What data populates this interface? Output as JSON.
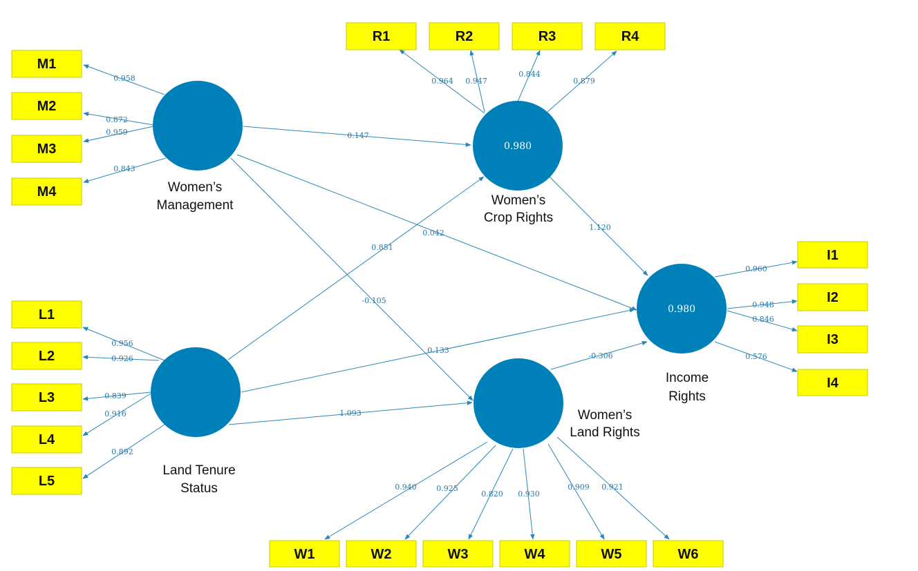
{
  "colors": {
    "indicator_fill": "#ffff00",
    "construct_fill": "#0080b9",
    "edge": "#2b86b8",
    "weight_text": "#2477a8"
  },
  "constructs": {
    "management": {
      "name_line1": "Women’s",
      "name_line2": "Management",
      "r2": ""
    },
    "crop": {
      "name_line1": "Women’s",
      "name_line2": "Crop Rights",
      "r2": "0.980"
    },
    "land_tenure": {
      "name_line1": "Land Tenure",
      "name_line2": "Status",
      "r2": ""
    },
    "land_rights": {
      "name_line1": "Women’s",
      "name_line2": "Land Rights",
      "r2": ""
    },
    "income": {
      "name_line1": "Income",
      "name_line2": "Rights",
      "r2": "0.980"
    }
  },
  "indicators": {
    "M1": "M1",
    "M2": "M2",
    "M3": "M3",
    "M4": "M4",
    "R1": "R1",
    "R2": "R2",
    "R3": "R3",
    "R4": "R4",
    "L1": "L1",
    "L2": "L2",
    "L3": "L3",
    "L4": "L4",
    "L5": "L5",
    "I1": "I1",
    "I2": "I2",
    "I3": "I3",
    "I4": "I4",
    "W1": "W1",
    "W2": "W2",
    "W3": "W3",
    "W4": "W4",
    "W5": "W5",
    "W6": "W6"
  },
  "loadings": {
    "M1": "0.958",
    "M2": "0.872",
    "M3": "0.959",
    "M4": "0.843",
    "R1": "0.964",
    "R2": "0.947",
    "R3": "0.844",
    "R4": "0.879",
    "L1": "0.956",
    "L2": "0.926",
    "L3": "0.839",
    "L4": "0.916",
    "L5": "0.892",
    "I1": "0.960",
    "I2": "0.948",
    "I3": "0.846",
    "I4": "0.576",
    "W1": "0.940",
    "W2": "0.925",
    "W3": "0.820",
    "W4": "0.930",
    "W5": "0.909",
    "W6": "0.921"
  },
  "paths": {
    "management_to_crop": "0.147",
    "management_to_income": "0.042",
    "management_to_landrights": "-0.105",
    "tenure_to_crop": "0.851",
    "tenure_to_income": "0.133",
    "tenure_to_landrights": "1.093",
    "crop_to_income": "1.120",
    "landrights_to_income": "-0.306"
  }
}
